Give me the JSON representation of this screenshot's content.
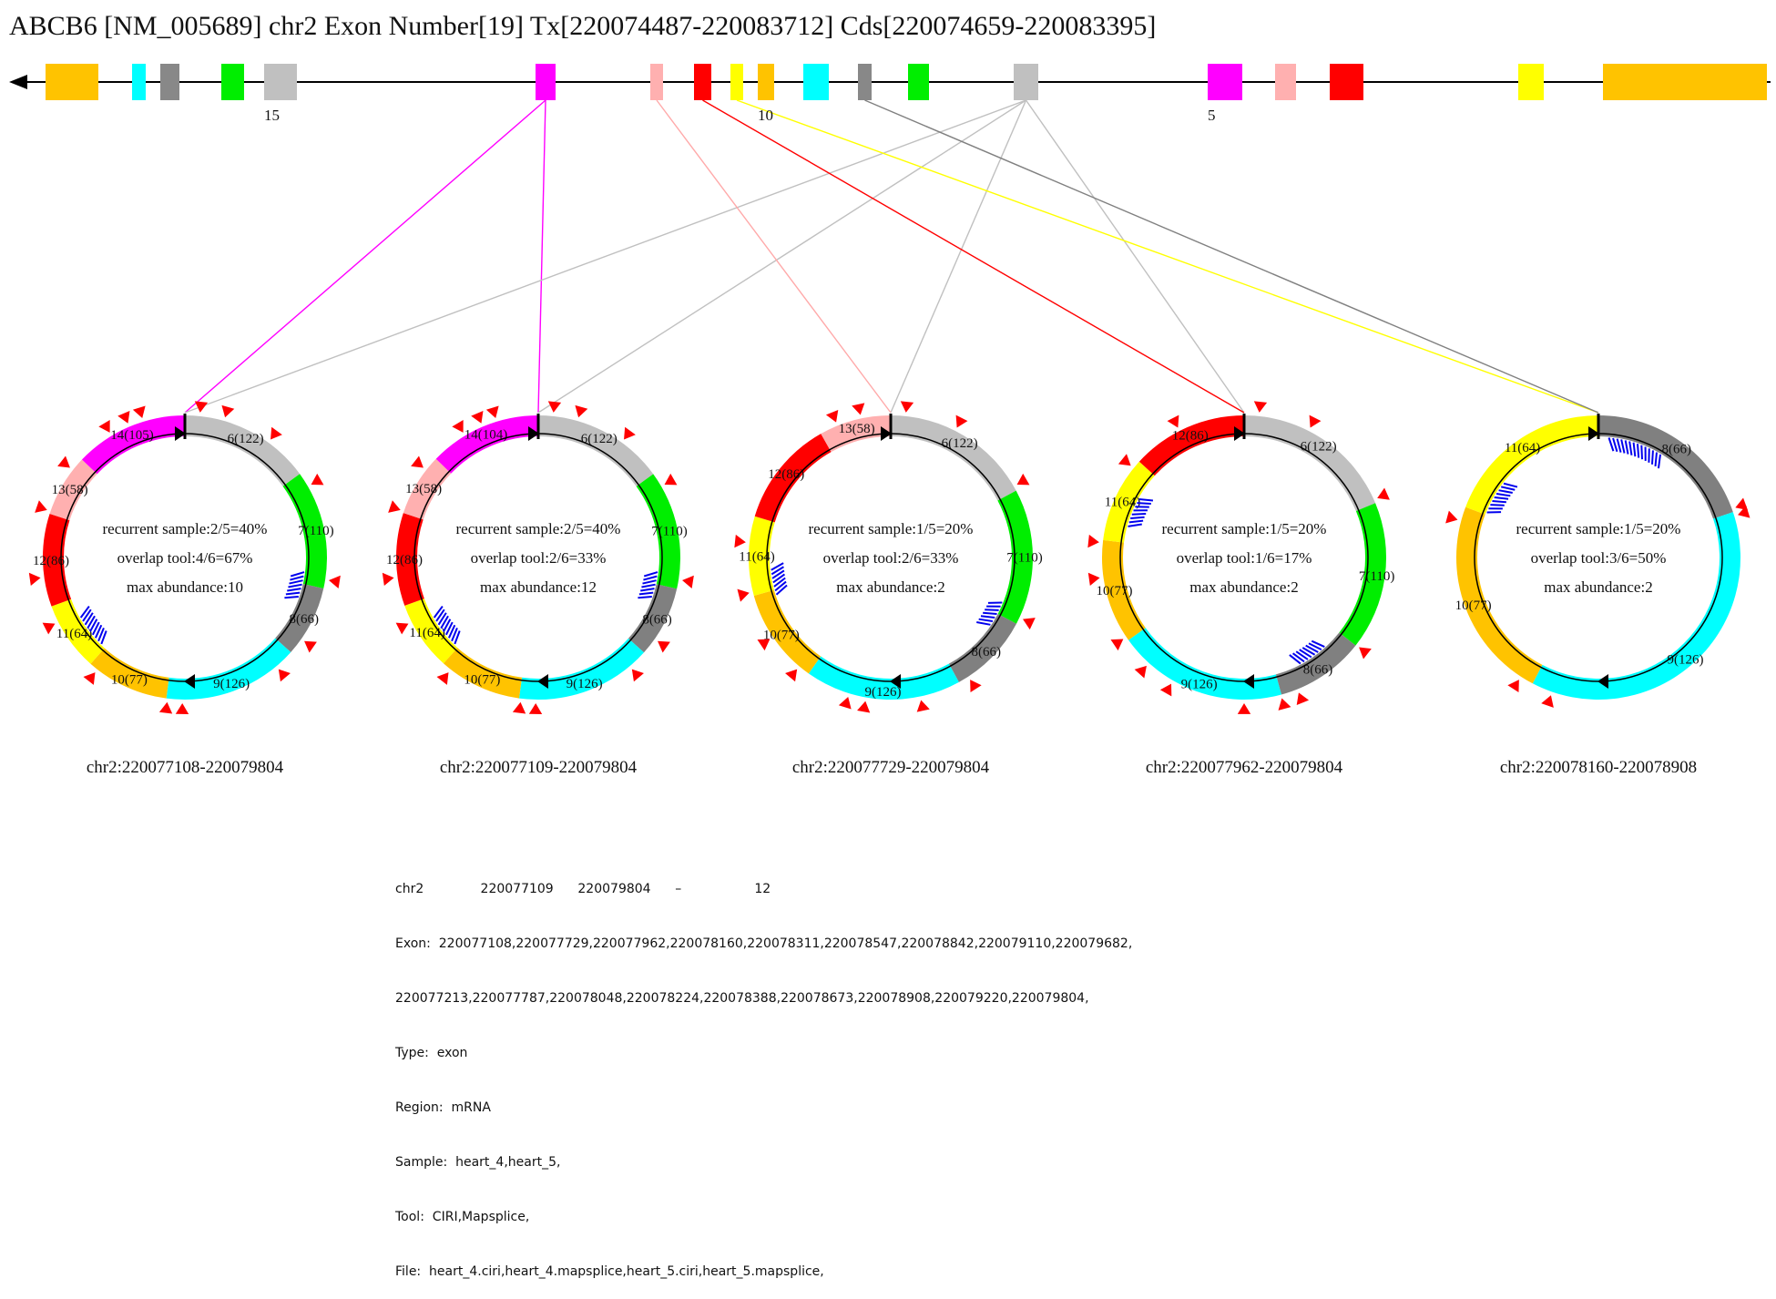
{
  "title": "ABCB6 [NM_005689] chr2 Exon Number[19] Tx[220074487-220083712] Cds[220074659-220083395]",
  "gene": {
    "exons": [
      {
        "start": 50,
        "end": 108,
        "color": "#ffc300",
        "label": ""
      },
      {
        "start": 145,
        "end": 160,
        "color": "#00ffff",
        "label": ""
      },
      {
        "start": 176,
        "end": 197,
        "color": "#888888",
        "label": ""
      },
      {
        "start": 243,
        "end": 268,
        "color": "#00ee00",
        "label": ""
      },
      {
        "start": 290,
        "end": 326,
        "color": "#c0c0c0",
        "label": "15"
      },
      {
        "start": 588,
        "end": 610,
        "color": "#ff00ff",
        "label": ""
      },
      {
        "start": 714,
        "end": 728,
        "color": "#ffb0b0",
        "label": ""
      },
      {
        "start": 762,
        "end": 781,
        "color": "#ff0000",
        "label": ""
      },
      {
        "start": 802,
        "end": 816,
        "color": "#ffff00",
        "label": ""
      },
      {
        "start": 832,
        "end": 850,
        "color": "#ffc300",
        "label": "10"
      },
      {
        "start": 882,
        "end": 910,
        "color": "#00ffff",
        "label": ""
      },
      {
        "start": 942,
        "end": 957,
        "color": "#888888",
        "label": ""
      },
      {
        "start": 997,
        "end": 1020,
        "color": "#00ee00",
        "label": ""
      },
      {
        "start": 1113,
        "end": 1140,
        "color": "#c0c0c0",
        "label": ""
      },
      {
        "start": 1326,
        "end": 1364,
        "color": "#ff00ff",
        "label": "5"
      },
      {
        "start": 1400,
        "end": 1423,
        "color": "#ffb0b0",
        "label": ""
      },
      {
        "start": 1460,
        "end": 1497,
        "color": "#ff0000",
        "label": ""
      },
      {
        "start": 1667,
        "end": 1695,
        "color": "#ffff00",
        "label": ""
      },
      {
        "start": 1760,
        "end": 1940,
        "color": "#ffc300",
        "label": ""
      }
    ]
  },
  "circles": [
    {
      "coord": "chr2:220077108-220079804",
      "stats": [
        "recurrent sample:2/5=40%",
        "overlap tool:4/6=67%",
        "max abundance:10"
      ],
      "segments": [
        {
          "label": "6(122)",
          "len": 122,
          "color": "#c0c0c0"
        },
        {
          "label": "7(110)",
          "len": 110,
          "color": "#00ee00"
        },
        {
          "label": "8(66)",
          "len": 66,
          "color": "#808080"
        },
        {
          "label": "9(126)",
          "len": 126,
          "color": "#00ffff"
        },
        {
          "label": "10(77)",
          "len": 77,
          "color": "#ffc300"
        },
        {
          "label": "11(64)",
          "len": 64,
          "color": "#ffff00"
        },
        {
          "label": "12(86)",
          "len": 86,
          "color": "#ff0000"
        },
        {
          "label": "13(58)",
          "len": 58,
          "color": "#ffb0b0"
        },
        {
          "label": "14(105)",
          "len": 105,
          "color": "#ff00ff"
        }
      ],
      "arrowheads": [
        6,
        16,
        36,
        60,
        99,
        125,
        140,
        181,
        187,
        218,
        243,
        262,
        289,
        308,
        329,
        337,
        343
      ],
      "tick_groups": [
        {
          "angle": 103,
          "count": 7
        },
        {
          "angle": 232,
          "count": 9
        }
      ]
    },
    {
      "coord": "chr2:220077109-220079804",
      "stats": [
        "recurrent sample:2/5=40%",
        "overlap tool:2/6=33%",
        "max abundance:12"
      ],
      "segments": [
        {
          "label": "6(122)",
          "len": 122,
          "color": "#c0c0c0"
        },
        {
          "label": "7(110)",
          "len": 110,
          "color": "#00ee00"
        },
        {
          "label": "8(66)",
          "len": 66,
          "color": "#808080"
        },
        {
          "label": "9(126)",
          "len": 126,
          "color": "#00ffff"
        },
        {
          "label": "10(77)",
          "len": 77,
          "color": "#ffc300"
        },
        {
          "label": "11(64)",
          "len": 64,
          "color": "#ffff00"
        },
        {
          "label": "12(86)",
          "len": 86,
          "color": "#ff0000"
        },
        {
          "label": "13(58)",
          "len": 58,
          "color": "#ffb0b0"
        },
        {
          "label": "14(104)",
          "len": 104,
          "color": "#ff00ff"
        }
      ],
      "arrowheads": [
        6,
        16,
        36,
        60,
        99,
        125,
        140,
        181,
        187,
        218,
        243,
        262,
        289,
        308,
        329,
        337,
        343
      ],
      "tick_groups": [
        {
          "angle": 103,
          "count": 7
        },
        {
          "angle": 232,
          "count": 9
        }
      ]
    },
    {
      "coord": "chr2:220077729-220079804",
      "stats": [
        "recurrent sample:1/5=20%",
        "overlap tool:2/6=33%",
        "max abundance:2"
      ],
      "segments": [
        {
          "label": "6(122)",
          "len": 122,
          "color": "#c0c0c0"
        },
        {
          "label": "7(110)",
          "len": 110,
          "color": "#00ee00"
        },
        {
          "label": "8(66)",
          "len": 66,
          "color": "#808080"
        },
        {
          "label": "9(126)",
          "len": 126,
          "color": "#00ffff"
        },
        {
          "label": "10(77)",
          "len": 77,
          "color": "#ffc300"
        },
        {
          "label": "11(64)",
          "len": 64,
          "color": "#ffff00"
        },
        {
          "label": "12(86)",
          "len": 86,
          "color": "#ff0000"
        },
        {
          "label": "13(58)",
          "len": 58,
          "color": "#ffb0b0"
        }
      ],
      "arrowheads": [
        6,
        27,
        60,
        115,
        147,
        168,
        190,
        197,
        220,
        236,
        256,
        276,
        338,
        348
      ],
      "tick_groups": [
        {
          "angle": 118,
          "count": 7
        },
        {
          "angle": 258,
          "count": 7
        }
      ]
    },
    {
      "coord": "chr2:220077962-220079804",
      "stats": [
        "recurrent sample:1/5=20%",
        "overlap tool:1/6=17%",
        "max abundance:2"
      ],
      "segments": [
        {
          "label": "6(122)",
          "len": 122,
          "color": "#c0c0c0"
        },
        {
          "label": "7(110)",
          "len": 110,
          "color": "#00ee00"
        },
        {
          "label": "8(66)",
          "len": 66,
          "color": "#808080"
        },
        {
          "label": "9(126)",
          "len": 126,
          "color": "#00ffff"
        },
        {
          "label": "10(77)",
          "len": 77,
          "color": "#ffc300"
        },
        {
          "label": "11(64)",
          "len": 64,
          "color": "#ffff00"
        },
        {
          "label": "12(86)",
          "len": 86,
          "color": "#ff0000"
        }
      ],
      "arrowheads": [
        6,
        27,
        66,
        128,
        158,
        165,
        180,
        210,
        222,
        236,
        262,
        276,
        309,
        333
      ],
      "tick_groups": [
        {
          "angle": 145,
          "count": 8
        },
        {
          "angle": 292,
          "count": 8
        }
      ]
    },
    {
      "coord": "chr2:220078160-220078908",
      "stats": [
        "recurrent sample:1/5=20%",
        "overlap tool:3/6=50%",
        "max abundance:2"
      ],
      "segments": [
        {
          "label": "8(66)",
          "len": 66,
          "color": "#808080"
        },
        {
          "label": "9(126)",
          "len": 126,
          "color": "#00ffff"
        },
        {
          "label": "10(77)",
          "len": 77,
          "color": "#ffc300"
        },
        {
          "label": "11(64)",
          "len": 64,
          "color": "#ffff00"
        }
      ],
      "arrowheads": [
        70,
        73,
        199,
        213,
        285
      ],
      "tick_groups": [
        {
          "angle": 18,
          "count": 14
        },
        {
          "angle": 300,
          "count": 9
        }
      ]
    }
  ],
  "links": [
    {
      "exon": 5,
      "circle": 0,
      "color": "#ff00ff"
    },
    {
      "exon": 5,
      "circle": 1,
      "color": "#ff00ff"
    },
    {
      "exon": 13,
      "circle": 0,
      "color": "#c0c0c0"
    },
    {
      "exon": 13,
      "circle": 1,
      "color": "#c0c0c0"
    },
    {
      "exon": 13,
      "circle": 2,
      "color": "#c0c0c0"
    },
    {
      "exon": 13,
      "circle": 3,
      "color": "#c0c0c0"
    },
    {
      "exon": 6,
      "circle": 2,
      "color": "#ffaaaa"
    },
    {
      "exon": 7,
      "circle": 3,
      "color": "#ff0000"
    },
    {
      "exon": 8,
      "circle": 4,
      "color": "#ffff00"
    },
    {
      "exon": 11,
      "circle": 4,
      "color": "#808080"
    }
  ],
  "info": {
    "lines": [
      "chr2              220077109      220079804      –                  12",
      "Exon:  220077108,220077729,220077962,220078160,220078311,220078547,220078842,220079110,220079682,",
      "220077213,220077787,220078048,220078224,220078388,220078673,220078908,220079220,220079804,",
      "Type:  exon",
      "Region:  mRNA",
      "Sample:  heart_4,heart_5,",
      "Tool:  CIRI,Mapsplice,",
      "File:  heart_4.ciri,heart_4.mapsplice,heart_5.ciri,heart_5.mapsplice,"
    ]
  }
}
